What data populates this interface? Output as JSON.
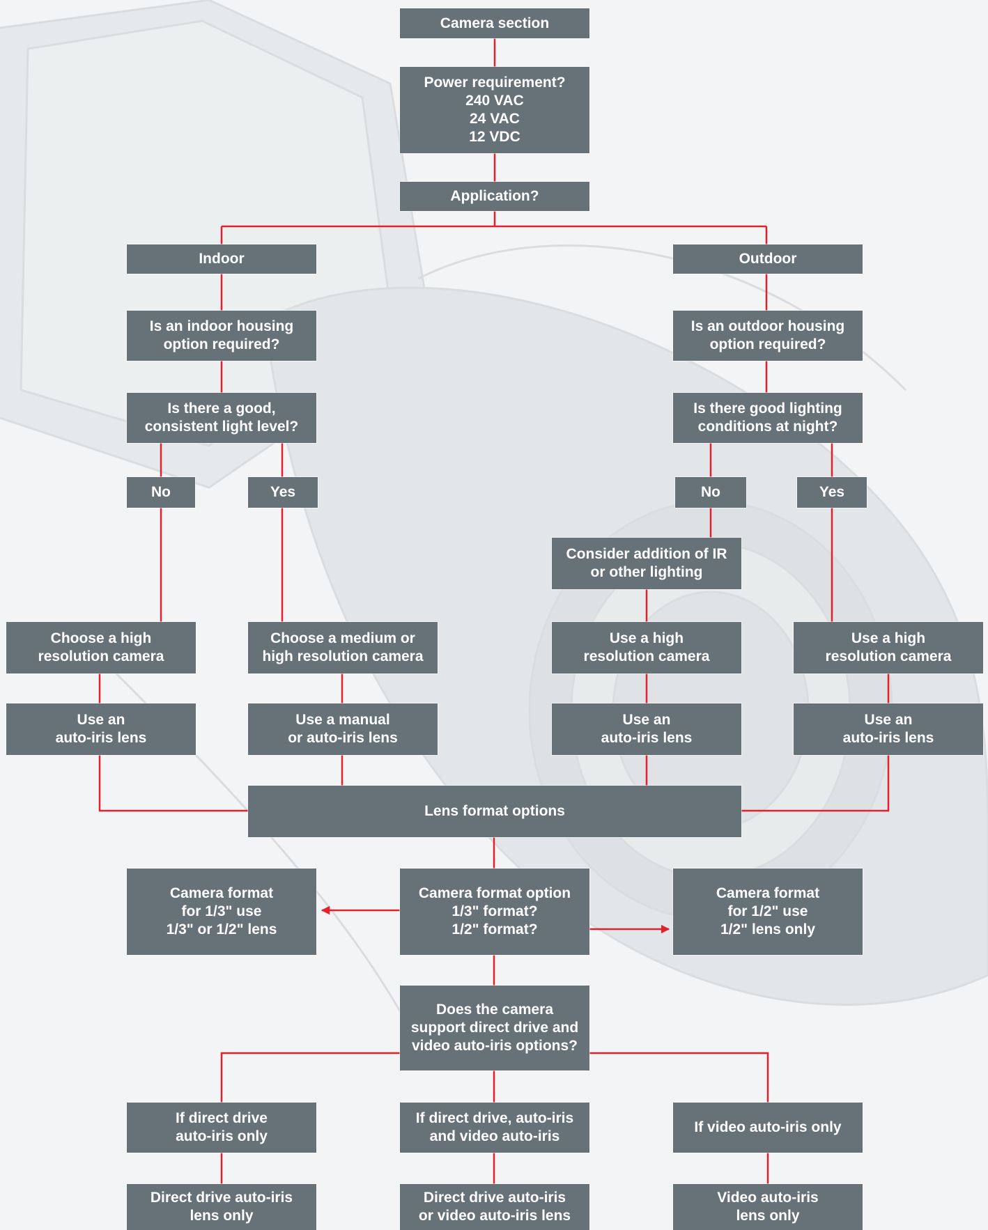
{
  "colors": {
    "box": "#677178",
    "connector": "#e3202c",
    "text": "#ffffff"
  },
  "boxes": {
    "camera_section": "Camera section",
    "power": "Power requirement?\n240 VAC\n24 VAC\n12 VDC",
    "application": "Application?",
    "indoor": "Indoor",
    "outdoor": "Outdoor",
    "indoor_housing": "Is an indoor housing\noption required?",
    "outdoor_housing": "Is an outdoor housing\noption required?",
    "indoor_light": "Is there a good,\nconsistent light level?",
    "outdoor_light": "Is there good lighting\nconditions at night?",
    "indoor_no": "No",
    "indoor_yes": "Yes",
    "outdoor_no": "No",
    "outdoor_yes": "Yes",
    "consider_ir": "Consider addition of IR\nor other lighting",
    "choose_high": "Choose a high\nresolution camera",
    "choose_medium": "Choose a medium or\nhigh resolution camera",
    "use_high_1": "Use a high\nresolution camera",
    "use_high_2": "Use a high\nresolution camera",
    "lens_auto_1": "Use an\nauto-iris lens",
    "lens_manual": "Use a manual\nor auto-iris lens",
    "lens_auto_2": "Use an\nauto-iris lens",
    "lens_auto_3": "Use an\nauto-iris lens",
    "lens_format": "Lens format options",
    "format_third": "Camera format\nfor 1/3\" use\n1/3\" or 1/2\" lens",
    "format_option": "Camera format option\n1/3\" format?\n1/2\" format?",
    "format_half": "Camera format\nfor 1/2\" use\n1/2\" lens only",
    "direct_drive_question": "Does the camera\nsupport direct drive and\nvideo auto-iris options?",
    "if_direct": "If direct drive\nauto-iris only",
    "if_both": "If direct drive, auto-iris\nand video auto-iris",
    "if_video": "If video auto-iris only",
    "result_direct": "Direct drive auto-iris\nlens only",
    "result_both": "Direct drive auto-iris\nor video auto-iris lens",
    "result_video": "Video auto-iris\nlens only"
  }
}
